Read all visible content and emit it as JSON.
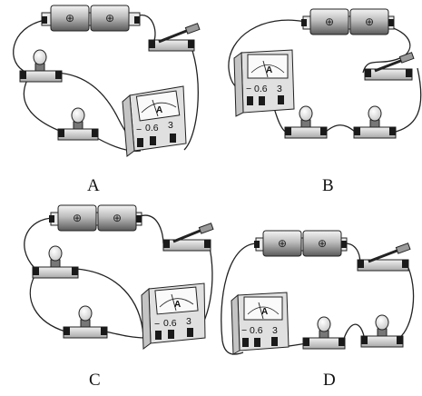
{
  "panels": [
    {
      "label": "A"
    },
    {
      "label": "B"
    },
    {
      "label": "C"
    },
    {
      "label": "D"
    }
  ],
  "ammeter": {
    "unit": "A",
    "terminals": [
      "−",
      "0.6",
      "3"
    ]
  },
  "battery": {
    "cell_symbol": "⊕"
  },
  "colors": {
    "ink": "#1a1a1a",
    "wire": "#222222",
    "panel_bg": "#ffffff"
  }
}
